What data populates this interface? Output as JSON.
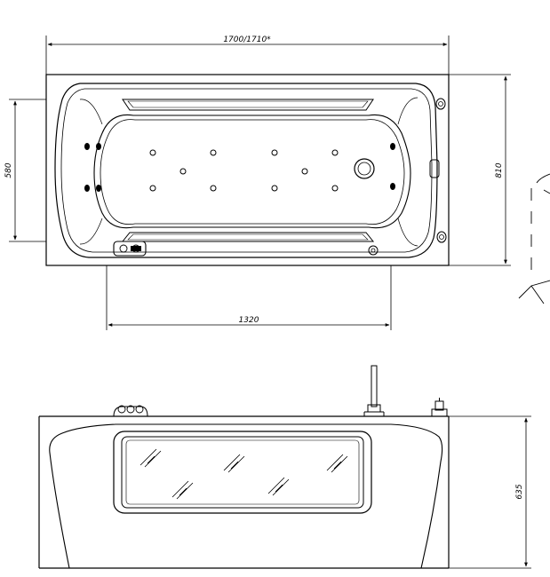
{
  "dimensions": {
    "overall_length": "1700/1710*",
    "inner_width": "580",
    "overall_width": "810",
    "base_length": "1320",
    "height": "635"
  }
}
